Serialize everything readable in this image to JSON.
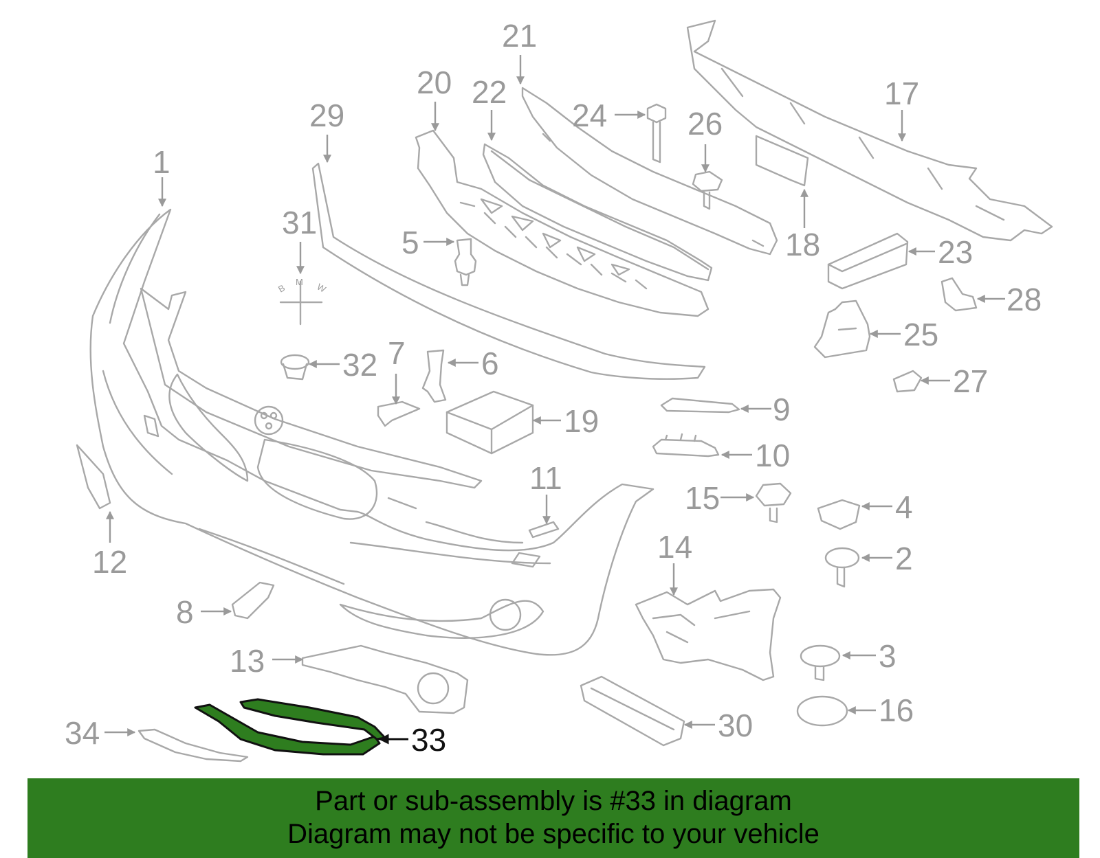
{
  "callouts": [
    "1",
    "2",
    "3",
    "4",
    "5",
    "6",
    "7",
    "8",
    "9",
    "10",
    "11",
    "12",
    "13",
    "14",
    "15",
    "16",
    "17",
    "18",
    "19",
    "20",
    "21",
    "22",
    "23",
    "24",
    "25",
    "26",
    "27",
    "28",
    "29",
    "30",
    "31",
    "32",
    "33",
    "34"
  ],
  "highlighted_part": "33",
  "emblem_letters": [
    "B",
    "M",
    "W"
  ],
  "banner": {
    "line1": "Part or sub-assembly is #33 in diagram",
    "line2": "Diagram may not be specific to your vehicle"
  },
  "colors": {
    "highlight": "#2e7d1f",
    "parts_outline": "#a8a8a8",
    "banner_background": "#2e7d1f"
  }
}
